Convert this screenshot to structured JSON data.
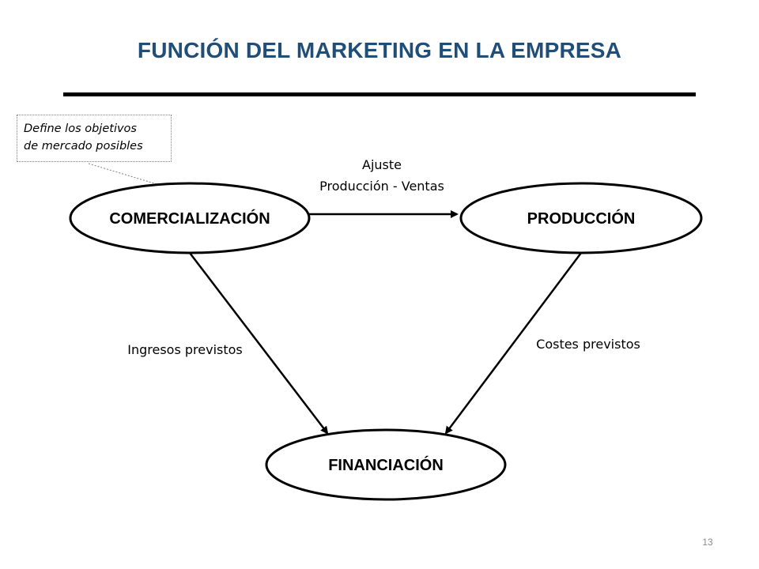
{
  "slide": {
    "title": "FUNCIÓN DEL MARKETING EN LA EMPRESA",
    "page_number": "13"
  },
  "callout": {
    "line1": "Define los objetivos",
    "line2": "de mercado posibles"
  },
  "nodes": {
    "comercializacion": "COMERCIALIZACIÓN",
    "produccion": "PRODUCCIÓN",
    "financiacion": "FINANCIACIÓN"
  },
  "edges": {
    "ajuste_line1": "Ajuste",
    "ajuste_line2": "Producción - Ventas",
    "ingresos": "Ingresos previstos",
    "costes": "Costes previstos"
  },
  "colors": {
    "title": "#1f4e79",
    "stroke": "#000000",
    "page_number": "#8c8c8c"
  }
}
